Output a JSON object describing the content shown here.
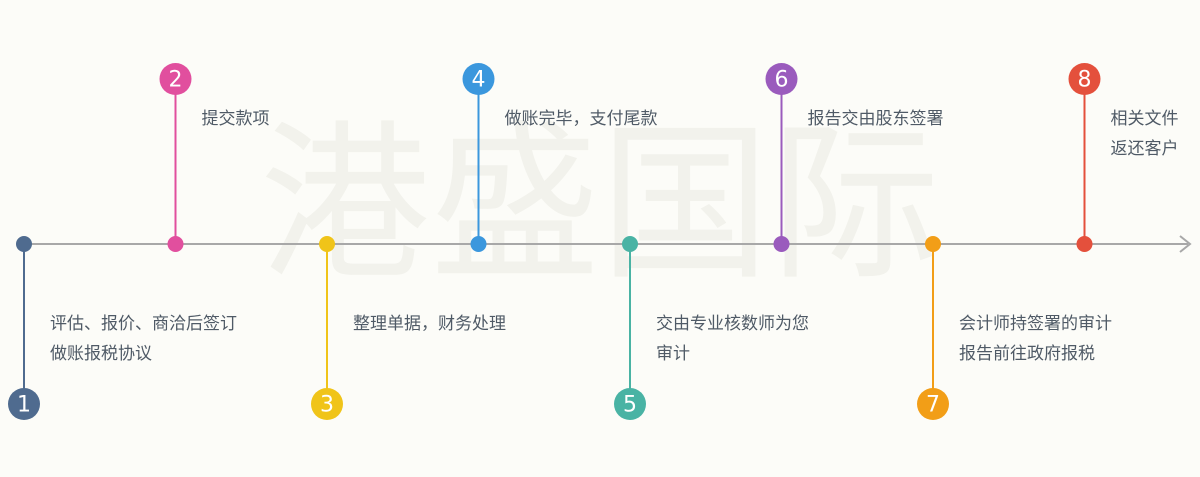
{
  "watermark": "港盛国际",
  "steps": [
    {
      "number": "1",
      "color": "#4f6b8f",
      "lines": [
        "评估、报价、商洽后签订",
        "做账报税协议"
      ]
    },
    {
      "number": "2",
      "color": "#e14f9e",
      "lines": [
        "提交款项"
      ]
    },
    {
      "number": "3",
      "color": "#f0c419",
      "lines": [
        "整理单据，财务处理"
      ]
    },
    {
      "number": "4",
      "color": "#3b97dd",
      "lines": [
        "做账完毕，支付尾款"
      ]
    },
    {
      "number": "5",
      "color": "#49b3a4",
      "lines": [
        "交由专业核数师为您",
        "审计"
      ]
    },
    {
      "number": "6",
      "color": "#9a5bbd",
      "lines": [
        "报告交由股东签署"
      ]
    },
    {
      "number": "7",
      "color": "#f29e17",
      "lines": [
        "会计师持签署的审计",
        "报告前往政府报税"
      ]
    },
    {
      "number": "8",
      "color": "#e4503c",
      "lines": [
        "相关文件",
        "返还客户"
      ]
    }
  ]
}
